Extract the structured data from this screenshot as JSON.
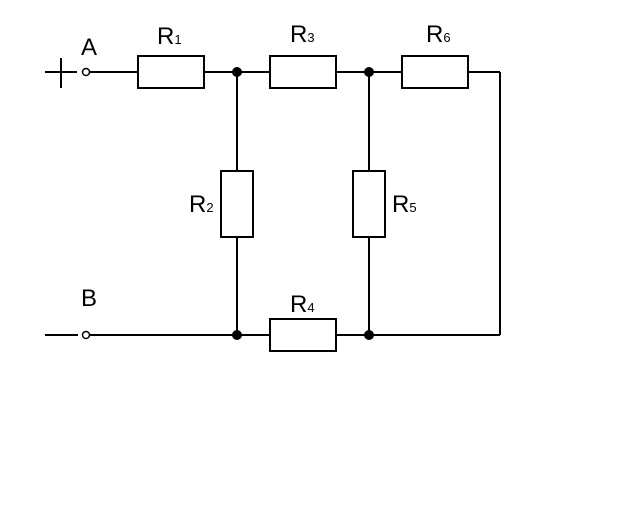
{
  "terminals": {
    "a": {
      "label": "A",
      "sign": "+"
    },
    "b": {
      "label": "B",
      "sign": "−"
    }
  },
  "resistors": {
    "r1": {
      "letter": "R",
      "index": "1"
    },
    "r2": {
      "letter": "R",
      "index": "2"
    },
    "r3": {
      "letter": "R",
      "index": "3"
    },
    "r4": {
      "letter": "R",
      "index": "4"
    },
    "r5": {
      "letter": "R",
      "index": "5"
    },
    "r6": {
      "letter": "R",
      "index": "6"
    }
  }
}
